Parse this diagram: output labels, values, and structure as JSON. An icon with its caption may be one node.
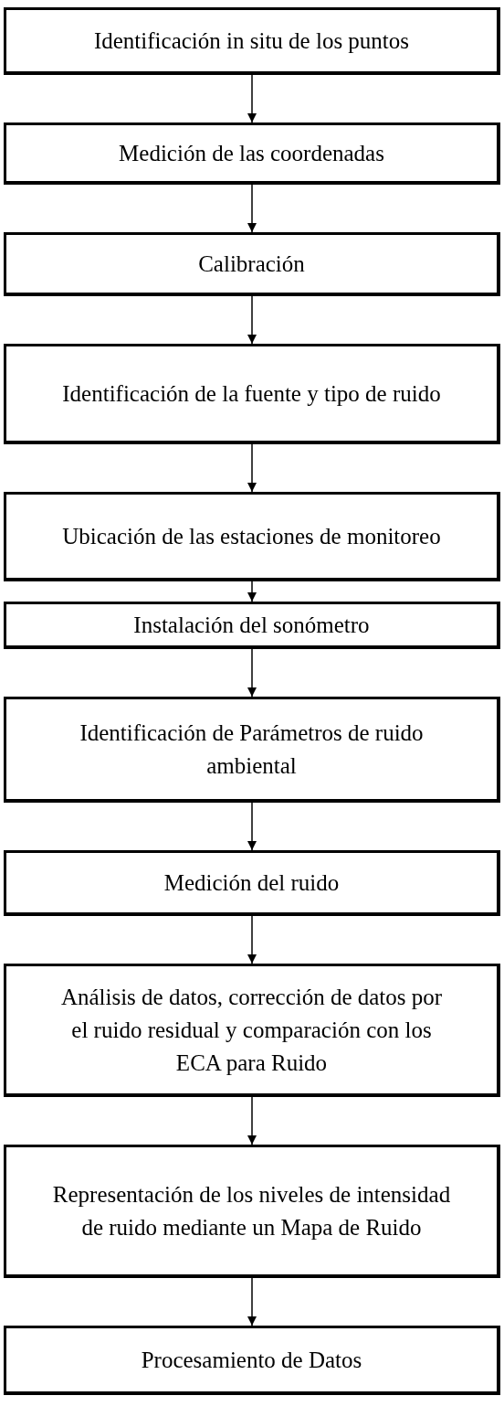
{
  "diagram": {
    "nodes": [
      {
        "text": [
          "Identificación in situ de los puntos"
        ]
      },
      {
        "text": [
          "Medición de las coordenadas"
        ]
      },
      {
        "text": [
          "Calibración"
        ]
      },
      {
        "text": [
          "Identificación de la fuente y tipo de ruido"
        ]
      },
      {
        "text": [
          "Ubicación de las estaciones de monitoreo"
        ]
      },
      {
        "text": [
          "Instalación del sonómetro"
        ]
      },
      {
        "text": [
          "Identificación de Parámetros de ruido ambiental"
        ]
      },
      {
        "text": [
          "Medición del ruido"
        ]
      },
      {
        "text": [
          "Análisis de datos, corrección de datos por el ruido residual y comparación con los ECA para Ruido"
        ]
      },
      {
        "text": [
          "Representación de los niveles de intensidad de ruido mediante un Mapa de Ruido"
        ]
      },
      {
        "text": [
          "Procesamiento de Datos"
        ]
      }
    ],
    "edges": [
      {
        "from": 0,
        "to": 1,
        "arrow": "to"
      },
      {
        "from": 1,
        "to": 2,
        "arrow": "to"
      },
      {
        "from": 2,
        "to": 3,
        "arrow": "to"
      },
      {
        "from": 3,
        "to": 4,
        "arrow": "to"
      },
      {
        "from": 4,
        "to": 5,
        "arrow": "to"
      },
      {
        "from": 5,
        "to": 6,
        "arrow": "to"
      },
      {
        "from": 6,
        "to": 7,
        "arrow": "to"
      },
      {
        "from": 7,
        "to": 8,
        "arrow": "to"
      },
      {
        "from": 8,
        "to": 9,
        "arrow": "to"
      },
      {
        "from": 9,
        "to": 10,
        "arrow": "to"
      }
    ]
  }
}
